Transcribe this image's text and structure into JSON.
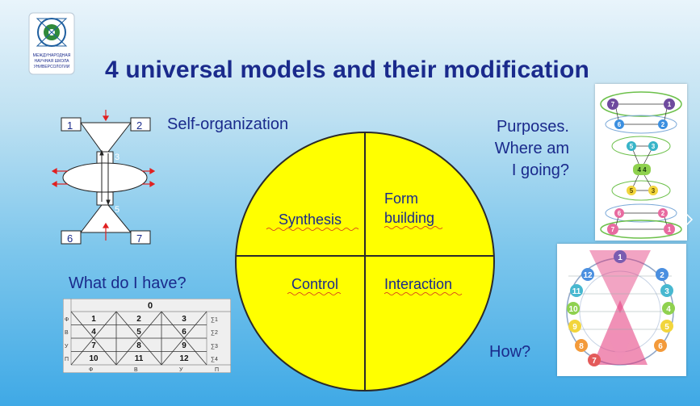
{
  "logo": {
    "lines": [
      "МЕЖДУНАРОДНАЯ",
      "НАУЧНАЯ ШКОЛА",
      "УНИВЕРСОЛОГИИ"
    ]
  },
  "title": "4 universal models and their modification",
  "labels": {
    "self_organization": "Self-organization",
    "purposes": [
      "Purposes.",
      "Where am",
      "I going?"
    ],
    "what_do_i_have": "What do I have?",
    "how": "How?"
  },
  "circle": {
    "fill": "#ffff00",
    "quadrants": {
      "top_left": [
        "Synthesis"
      ],
      "top_right": [
        "Form",
        "building"
      ],
      "bottom_left": [
        "Control"
      ],
      "bottom_right": [
        "Interaction"
      ]
    }
  },
  "self_org_diagram": {
    "nodes": [
      "1",
      "2",
      "3",
      "5",
      "6",
      "7"
    ]
  },
  "matrix": {
    "header": "0",
    "row_labels": [
      "Ф",
      "В",
      "У",
      "П"
    ],
    "rows": [
      [
        "1",
        "2",
        "3"
      ],
      [
        "4",
        "5",
        "6"
      ],
      [
        "7",
        "8",
        "9"
      ],
      [
        "10",
        "11",
        "12"
      ]
    ],
    "sums": [
      "∑1",
      "∑2",
      "∑3",
      "∑4"
    ],
    "col_labels": [
      "Ф",
      "В",
      "У",
      "П"
    ]
  },
  "purposes_diagram": {
    "nodes": [
      "7",
      "1",
      "6",
      "2",
      "5",
      "3",
      "4 4",
      "5",
      "3",
      "6",
      "2",
      "7",
      "1"
    ]
  },
  "how_diagram": {
    "numbers": [
      "1",
      "12",
      "2",
      "11",
      "3",
      "10",
      "4",
      "9",
      "5",
      "8",
      "6",
      "7"
    ]
  },
  "colors": {
    "title": "#1a2a8c",
    "arrow": "#e02020",
    "circle": "#ffff00"
  }
}
